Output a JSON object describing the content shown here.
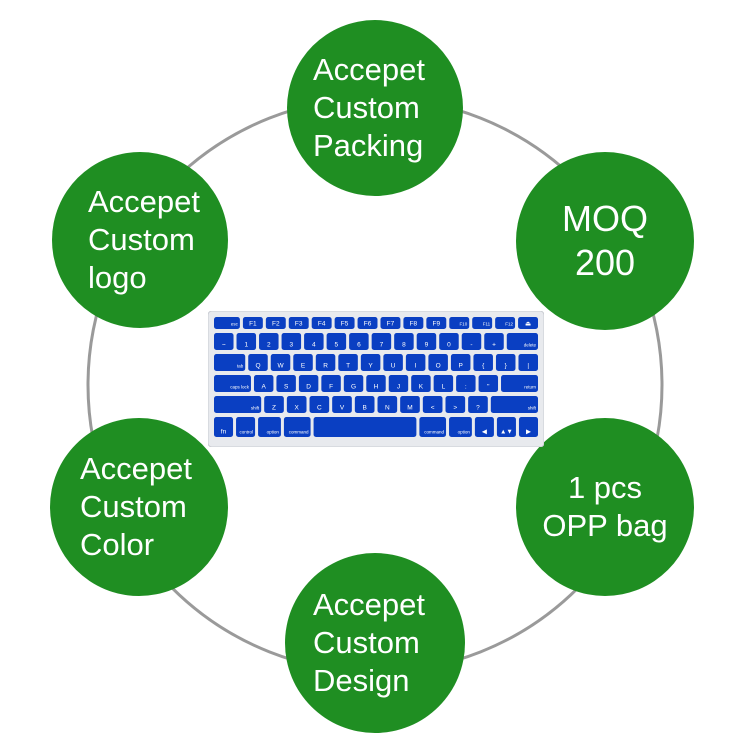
{
  "colors": {
    "bubble": "#1f8e22",
    "keyboard_skin": "#0a3fc2",
    "ring": "#9a9a9a"
  },
  "bubbles": {
    "packing": "Accepet\nCustom\nPacking",
    "logo": "Accepet\nCustom\nlogo",
    "moq": "MOQ\n200",
    "opp": "1 pcs\nOPP bag",
    "color": "Accepet\nCustom\nColor",
    "design": "Accepet\nCustom\nDesign"
  },
  "keyboard": {
    "image": "keyboard-cover-image",
    "row1": [
      "esc",
      "F1",
      "F2",
      "F3",
      "F4",
      "F5",
      "F6",
      "F7",
      "F8",
      "F9",
      "F10",
      "F11",
      "F12",
      "⏏"
    ],
    "row2": [
      "~",
      "1",
      "2",
      "3",
      "4",
      "5",
      "6",
      "7",
      "8",
      "9",
      "0",
      "-",
      "+",
      "delete"
    ],
    "row3": [
      "tab",
      "Q",
      "W",
      "E",
      "R",
      "T",
      "Y",
      "U",
      "I",
      "O",
      "P",
      "{",
      "}",
      "|"
    ],
    "row4": [
      "caps lock",
      "A",
      "S",
      "D",
      "F",
      "G",
      "H",
      "J",
      "K",
      "L",
      ":",
      "\"",
      "return"
    ],
    "row5": [
      "shift",
      "Z",
      "X",
      "C",
      "V",
      "B",
      "N",
      "M",
      "<",
      ">",
      "?",
      "shift"
    ],
    "row6": [
      "fn",
      "control",
      "option",
      "command",
      "",
      "command",
      "option",
      "◀",
      "▲▼",
      "▶"
    ]
  }
}
